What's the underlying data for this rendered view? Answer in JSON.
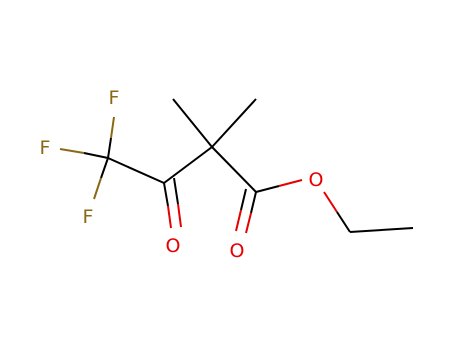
{
  "molecule": {
    "atoms": [
      {
        "id": "F1",
        "label": "F",
        "color": "#8b6914"
      },
      {
        "id": "F2",
        "label": "F",
        "color": "#8b6914"
      },
      {
        "id": "F3",
        "label": "F",
        "color": "#8b6914"
      },
      {
        "id": "O1",
        "label": "O",
        "color": "#e60000"
      },
      {
        "id": "O2",
        "label": "O",
        "color": "#e60000"
      },
      {
        "id": "O3",
        "label": "O",
        "color": "#e60000"
      }
    ],
    "bond_color": "#000000"
  }
}
